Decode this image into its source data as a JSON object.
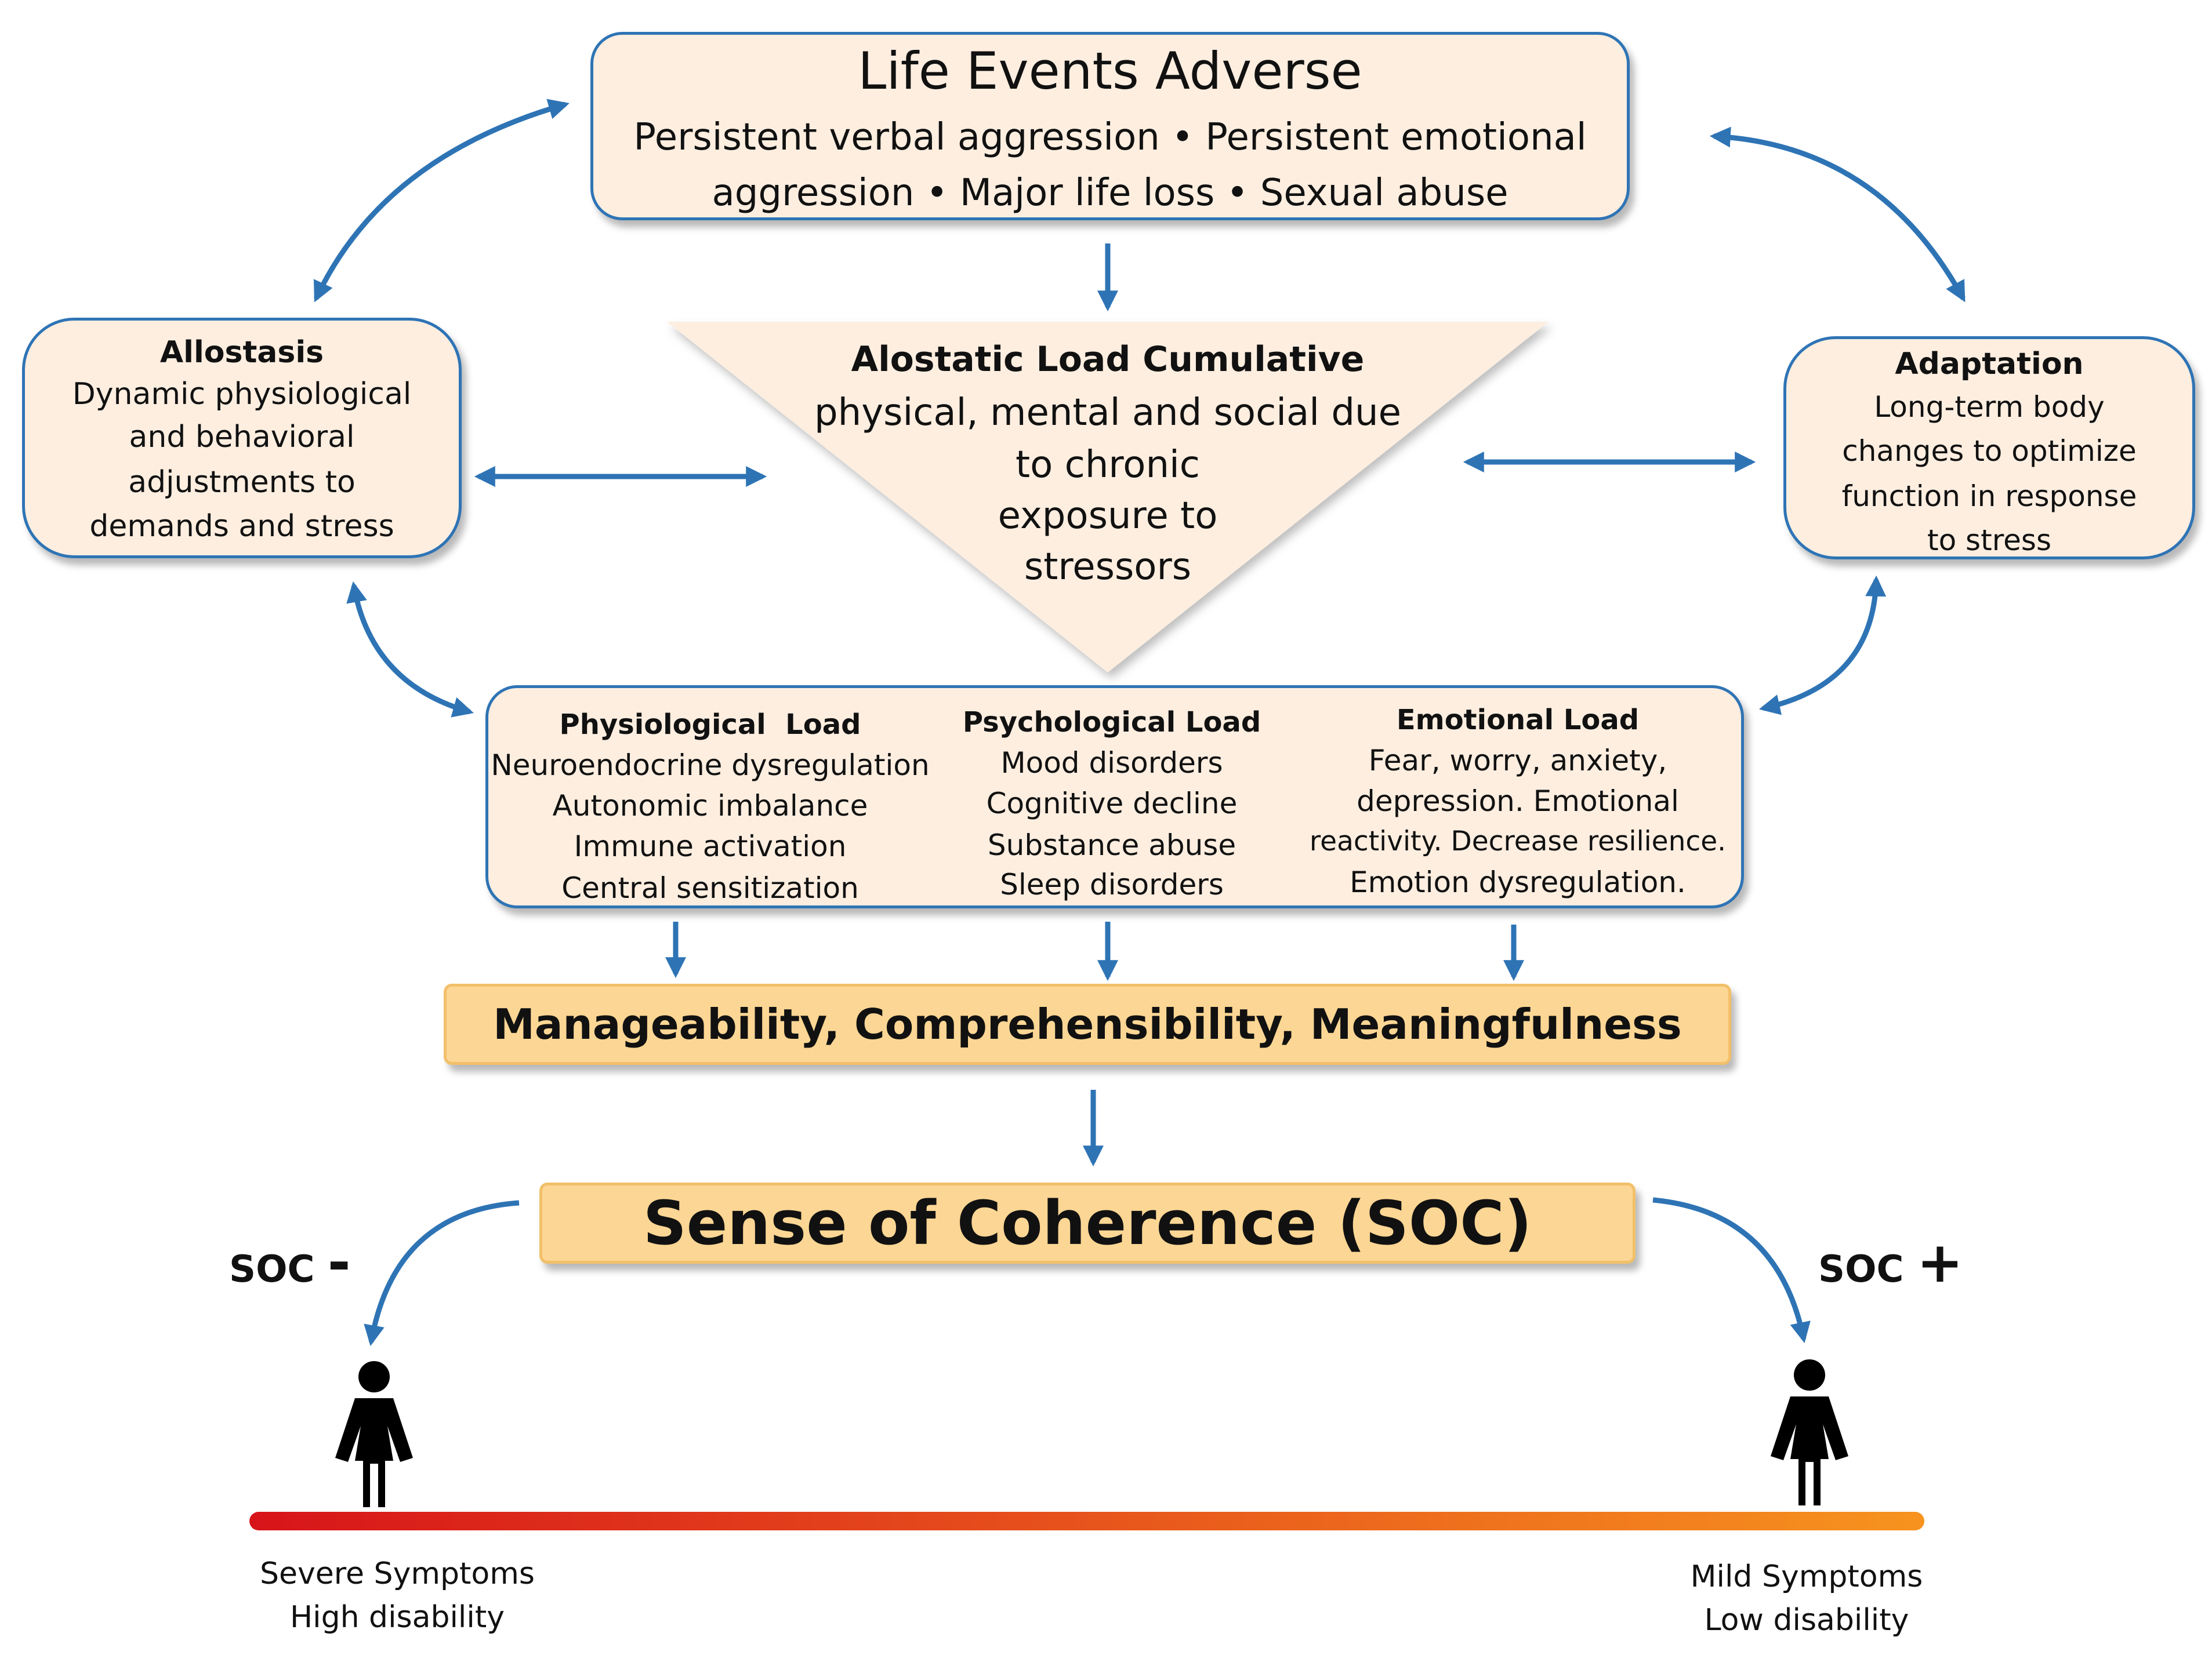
{
  "life_events": {
    "title": "Life Events Adverse",
    "line1": "Persistent verbal aggression • Persistent emotional",
    "line2": "aggression • Major life loss • Sexual abuse"
  },
  "allostasis": {
    "title": "Allostasis",
    "lines": [
      "Dynamic physiological",
      "and behavioral",
      "adjustments to",
      "demands and stress"
    ]
  },
  "adaptation": {
    "title": "Adaptation",
    "lines": [
      "Long-term body",
      "changes to optimize",
      "function in response",
      "to stress"
    ]
  },
  "allostatic_load": {
    "title": "Alostatic Load Cumulative",
    "lines": [
      "physical, mental and social due",
      "to chronic",
      "exposure to",
      "stressors"
    ]
  },
  "loads": {
    "physiological": {
      "title": "Physiological  Load",
      "lines": [
        "Neuroendocrine dysregulation",
        "Autonomic imbalance",
        "Immune activation",
        "Central sensitization"
      ]
    },
    "psychological": {
      "title": "Psychological Load",
      "lines": [
        "Mood disorders",
        "Cognitive decline",
        "Substance abuse",
        "Sleep disorders"
      ]
    },
    "emotional": {
      "title": "Emotional Load",
      "lines": [
        "Fear, worry, anxiety,",
        "depression. Emotional",
        "reactivity. Decrease resilience.",
        "Emotion dysregulation."
      ]
    }
  },
  "mcm": {
    "text": "Manageability, Comprehensibility, Meaningfulness"
  },
  "soc": {
    "title": "Sense of Coherence (SOC)",
    "minus_label": "SOC",
    "minus_sign": "-",
    "plus_label": "SOC",
    "plus_sign": "+"
  },
  "scale": {
    "left_line1": "Severe Symptoms",
    "left_line2": "High disability",
    "right_line1": "Mild Symptoms",
    "right_line2": "Low disability"
  },
  "colors": {
    "arrow": "#2e74b5",
    "box_fill": "#fdeee0",
    "highlight_fill": "#fcd694",
    "scale_start": "#d7141a",
    "scale_end": "#f7931e"
  }
}
